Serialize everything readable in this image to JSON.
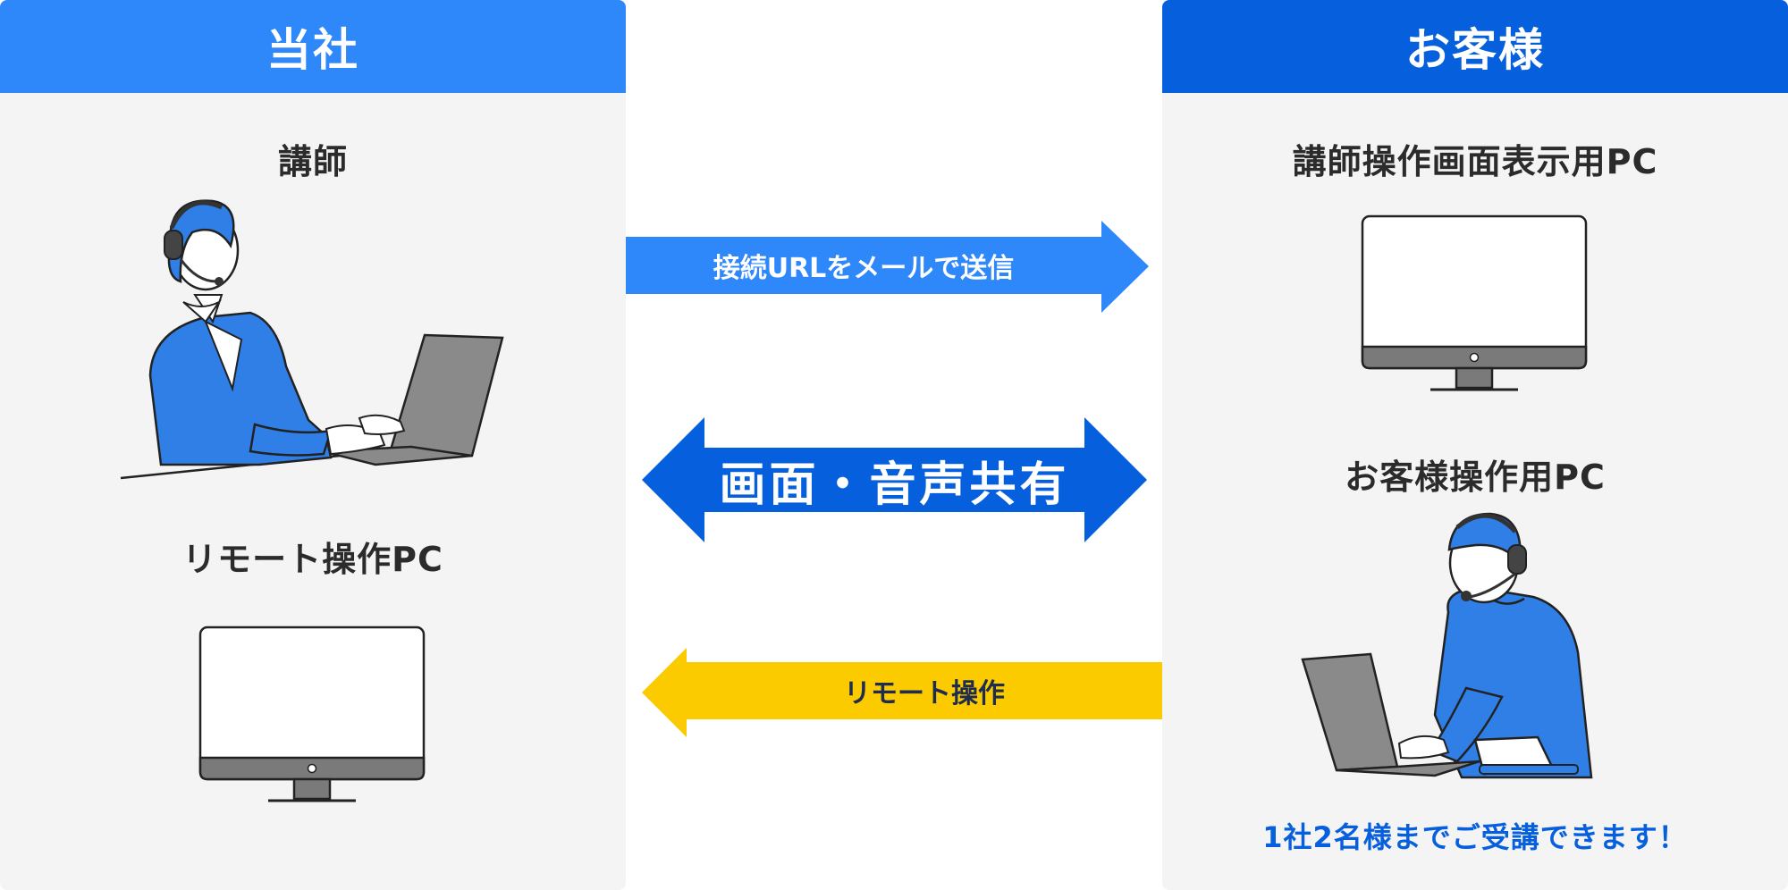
{
  "colors": {
    "left_header": "#2f88fa",
    "right_header": "#0660dd",
    "panel_bg": "#f4f4f4",
    "arrow_send": "#2f88fa",
    "arrow_share": "#0660dd",
    "arrow_remote": "#fbcb00",
    "note_text": "#0660dd",
    "illustration_blue": "#2f7fe6",
    "device_gray": "#8a8a8a"
  },
  "left": {
    "header": "当社",
    "instructor_label": "講師",
    "remote_pc_label": "リモート操作PC"
  },
  "right": {
    "header": "お客様",
    "display_pc_label": "講師操作画面表示用PC",
    "customer_pc_label": "お客様操作用PC",
    "note": "1社2名様までご受講できます！"
  },
  "arrows": {
    "send_url": "接続URLをメールで送信",
    "share": "画面・音声共有",
    "remote": "リモート操作"
  },
  "icons": {
    "instructor": "instructor-with-headset-icon",
    "monitor": "desktop-monitor-icon",
    "customer": "customer-with-headset-icon"
  }
}
